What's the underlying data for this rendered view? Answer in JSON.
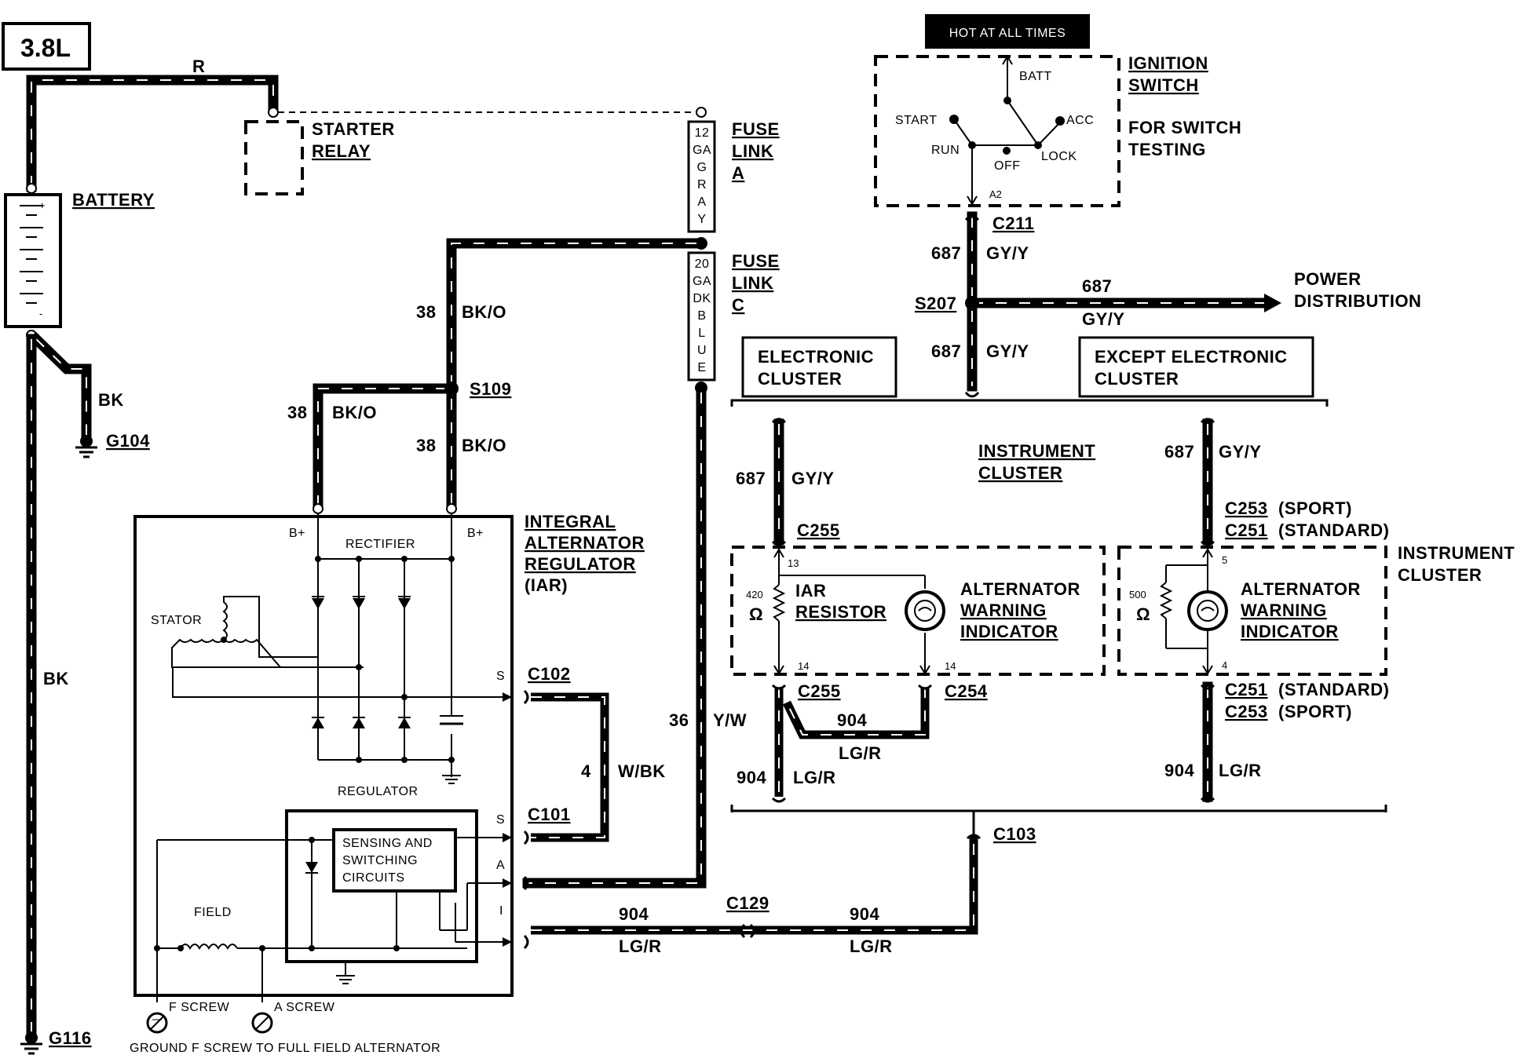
{
  "engine": "3.8L",
  "wire_r": "R",
  "starter_relay": [
    "STARTER",
    "RELAY"
  ],
  "battery": "BATTERY",
  "g104": "G104",
  "g116": "G116",
  "bk": "BK",
  "fuse_a": {
    "title": [
      "FUSE",
      "LINK",
      "A"
    ],
    "tag": [
      "12",
      "GA",
      "G",
      "R",
      "A",
      "Y"
    ]
  },
  "fuse_c": {
    "title": [
      "FUSE",
      "LINK",
      "C"
    ],
    "tag": [
      "20",
      "GA",
      "DK",
      "B",
      "L",
      "U",
      "E"
    ]
  },
  "circuit_38": "38",
  "bk_o": "BK/O",
  "s109": "S109",
  "iar_title": [
    "INTEGRAL",
    "ALTERNATOR",
    "REGULATOR",
    "(IAR)"
  ],
  "alt": {
    "bplus": "B+",
    "rectifier": "RECTIFIER",
    "stator": "STATOR",
    "regulator": "REGULATOR",
    "sensing": [
      "SENSING AND",
      "SWITCHING",
      "CIRCUITS"
    ],
    "field": "FIELD",
    "f_screw": "F SCREW",
    "a_screw": "A SCREW",
    "s": "S",
    "a": "A",
    "i": "I"
  },
  "ground_note": "GROUND F SCREW TO FULL FIELD ALTERNATOR",
  "c102": "C102",
  "c101": "C101",
  "circuit_4": "4",
  "w_bk": "W/BK",
  "circuit_36": "36",
  "y_w": "Y/W",
  "circuit_904": "904",
  "lg_r": "LG/R",
  "c129": "C129",
  "c103": "C103",
  "hot": "HOT AT ALL TIMES",
  "ign": {
    "title": [
      "IGNITION",
      "SWITCH"
    ],
    "testing": [
      "FOR SWITCH",
      "TESTING"
    ],
    "batt": "BATT",
    "start": "START",
    "acc": "ACC",
    "run": "RUN",
    "off": "OFF",
    "lock": "LOCK",
    "a2": "A2"
  },
  "c211": "C211",
  "circuit_687": "687",
  "gy_y": "GY/Y",
  "s207": "S207",
  "power_dist": [
    "POWER",
    "DISTRIBUTION"
  ],
  "elec_cluster": [
    "ELECTRONIC",
    "CLUSTER"
  ],
  "except_cluster": [
    "EXCEPT ELECTRONIC",
    "CLUSTER"
  ],
  "inst_cluster": [
    "INSTRUMENT",
    "CLUSTER"
  ],
  "c255": "C255",
  "c254": "C254",
  "c253_sport": [
    "C253",
    "(SPORT)"
  ],
  "c251_std": [
    "C251",
    "(STANDARD)"
  ],
  "iar_resistor": [
    "IAR",
    "RESISTOR"
  ],
  "warn": [
    "ALTERNATOR",
    "WARNING",
    "INDICATOR"
  ],
  "ohm_420": "420",
  "ohm_500": "500",
  "ohm": "Ω",
  "pin_13": "13",
  "pin_14": "14",
  "pin_5": "5",
  "pin_4": "4"
}
